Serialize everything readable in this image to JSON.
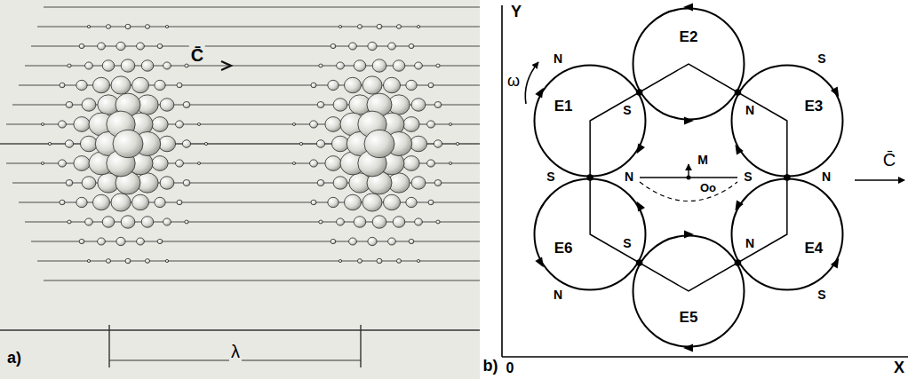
{
  "diagram": {
    "nodes": [
      {
        "text": [
          "E1"
        ]
      },
      {
        "text": [
          "E2"
        ]
      },
      {
        "text": [
          "E3"
        ]
      },
      {
        "text": [
          "E4"
        ]
      },
      {
        "text": [
          "E5"
        ]
      },
      {
        "text": [
          "E6"
        ]
      }
    ],
    "labels": [
      "C̄",
      "λ",
      "a)",
      "b)",
      "Y",
      "0",
      "X",
      "ω",
      "N",
      "S",
      "S",
      "N",
      "S",
      "N",
      "M",
      "Oo",
      "S",
      "N",
      "S",
      "N",
      "N",
      "S",
      "C̄"
    ]
  }
}
